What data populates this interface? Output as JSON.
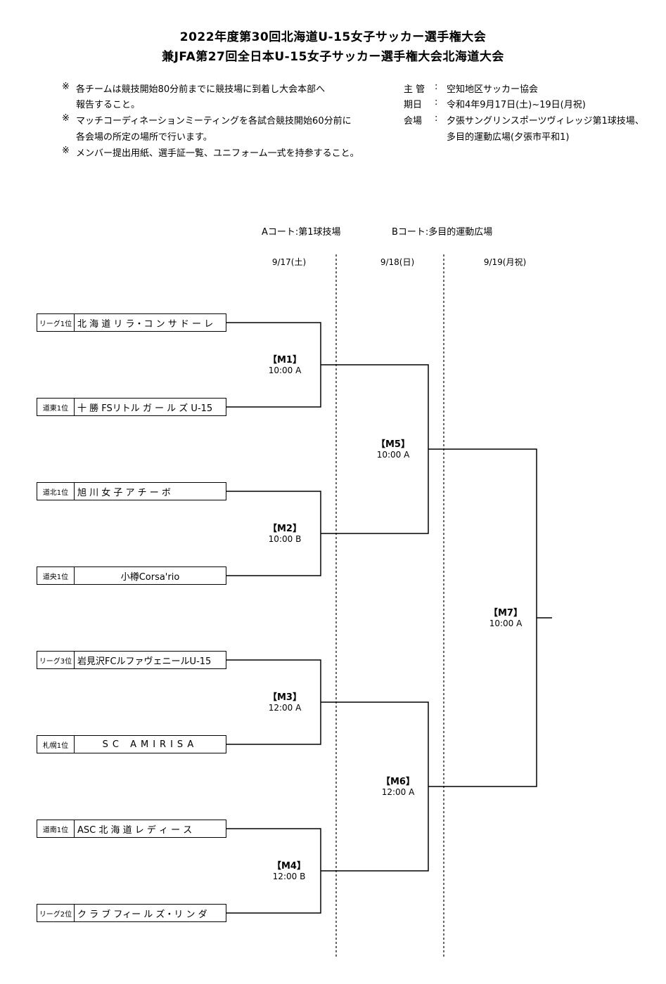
{
  "header": {
    "title_line1": "2022年度第30回北海道U-15女子サッカー選手権大会",
    "title_line2": "兼JFA第27回全日本U-15女子サッカー選手権大会北海道大会"
  },
  "notes": {
    "mark": "※",
    "n1a": "各チームは競技開始80分前までに競技場に到着し大会本部へ",
    "n1b": "報告すること。",
    "n2a": "マッチコーディネーションミーティングを各試合競技開始60分前に",
    "n2b": "各会場の所定の場所で行います。",
    "n3": "メンバー提出用紙、選手証一覧、ユニフォーム一式を持参すること。"
  },
  "info": {
    "colon": ":",
    "host_label": "主 管",
    "host_value": "空知地区サッカー協会",
    "period_label": "期日",
    "period_value": "令和4年9月17日(土)~19日(月祝)",
    "venue_label": "会場",
    "venue_value1": "夕張サングリンスポーツヴィレッジ第1球技場、",
    "venue_value2": "多目的運動広場(夕張市平和1)"
  },
  "courts": {
    "a": "Aコート:第1球技場",
    "b": "Bコート:多目的運動広場"
  },
  "dates": [
    "9/17(土)",
    "9/18(日)",
    "9/19(月祝)"
  ],
  "teams": [
    {
      "rank": "リーグ1位",
      "name": "北 海 道 リ ラ・コ ン サ ド ー レ"
    },
    {
      "rank": "道東1位",
      "name": "十 勝 FSリトル ガ ー ル ズ U-15"
    },
    {
      "rank": "道北1位",
      "name": "旭 川 女 子 ア チ ー ボ"
    },
    {
      "rank": "道央1位",
      "name": "小樽Corsa'rio"
    },
    {
      "rank": "リーグ3位",
      "name": "岩見沢FCルファヴェニールU-15"
    },
    {
      "rank": "札幌1位",
      "name": "SC AMIRISA"
    },
    {
      "rank": "道南1位",
      "name": "ASC 北 海 道 レ デ ィ ー ス"
    },
    {
      "rank": "リーグ2位",
      "name": "ク ラ ブ フィー ル ズ・リ ン ダ"
    }
  ],
  "matches": [
    {
      "id": "【M1】",
      "info": "10:00 A"
    },
    {
      "id": "【M2】",
      "info": "10:00 B"
    },
    {
      "id": "【M3】",
      "info": "12:00 A"
    },
    {
      "id": "【M4】",
      "info": "12:00 B"
    },
    {
      "id": "【M5】",
      "info": "10:00 A"
    },
    {
      "id": "【M6】",
      "info": "12:00 A"
    },
    {
      "id": "【M7】",
      "info": "10:00 A"
    }
  ]
}
